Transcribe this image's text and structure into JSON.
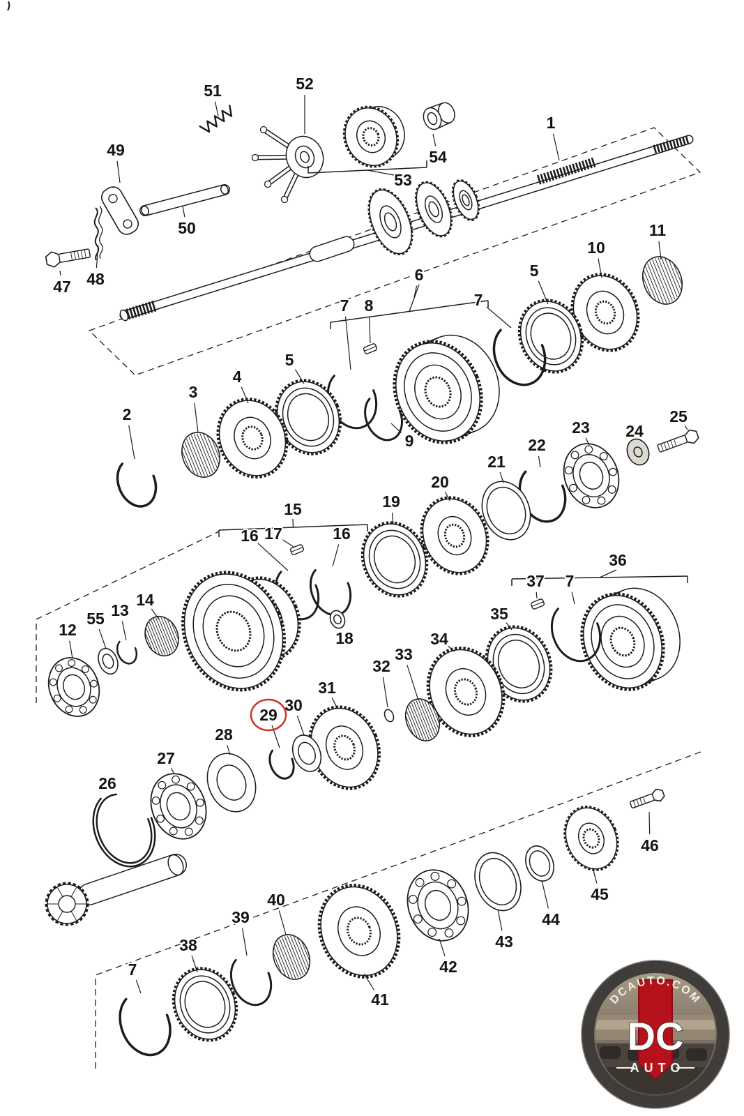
{
  "diagram": {
    "type": "exploded-parts-diagram",
    "highlighted_label": "29",
    "highlight_color": "#d03026",
    "line_color": "#1c1c1c",
    "background_color": "#ffffff"
  },
  "labels": [
    {
      "text": "51"
    },
    {
      "text": "52"
    },
    {
      "text": "49"
    },
    {
      "text": "54"
    },
    {
      "text": "53"
    },
    {
      "text": "1"
    },
    {
      "text": "50"
    },
    {
      "text": "48"
    },
    {
      "text": "47"
    },
    {
      "text": "11"
    },
    {
      "text": "10"
    },
    {
      "text": "5"
    },
    {
      "text": "6"
    },
    {
      "text": "7"
    },
    {
      "text": "8"
    },
    {
      "text": "7"
    },
    {
      "text": "5"
    },
    {
      "text": "4"
    },
    {
      "text": "3"
    },
    {
      "text": "2"
    },
    {
      "text": "9"
    },
    {
      "text": "25"
    },
    {
      "text": "24"
    },
    {
      "text": "23"
    },
    {
      "text": "22"
    },
    {
      "text": "21"
    },
    {
      "text": "20"
    },
    {
      "text": "19"
    },
    {
      "text": "15"
    },
    {
      "text": "17"
    },
    {
      "text": "16"
    },
    {
      "text": "16"
    },
    {
      "text": "36"
    },
    {
      "text": "37"
    },
    {
      "text": "7"
    },
    {
      "text": "18"
    },
    {
      "text": "14"
    },
    {
      "text": "13"
    },
    {
      "text": "55"
    },
    {
      "text": "12"
    },
    {
      "text": "35"
    },
    {
      "text": "34"
    },
    {
      "text": "33"
    },
    {
      "text": "32"
    },
    {
      "text": "31"
    },
    {
      "text": "30"
    },
    {
      "text": "29",
      "circled": true
    },
    {
      "text": "28"
    },
    {
      "text": "27"
    },
    {
      "text": "26"
    },
    {
      "text": "46"
    },
    {
      "text": "45"
    },
    {
      "text": "44"
    },
    {
      "text": "43"
    },
    {
      "text": "42"
    },
    {
      "text": "41"
    },
    {
      "text": "40"
    },
    {
      "text": "39"
    },
    {
      "text": "38"
    },
    {
      "text": "7"
    }
  ],
  "watermark": {
    "domain": "DCAUTO.COM",
    "initials": "DC",
    "word": "AUTO",
    "shield_color": "#b5121b"
  }
}
